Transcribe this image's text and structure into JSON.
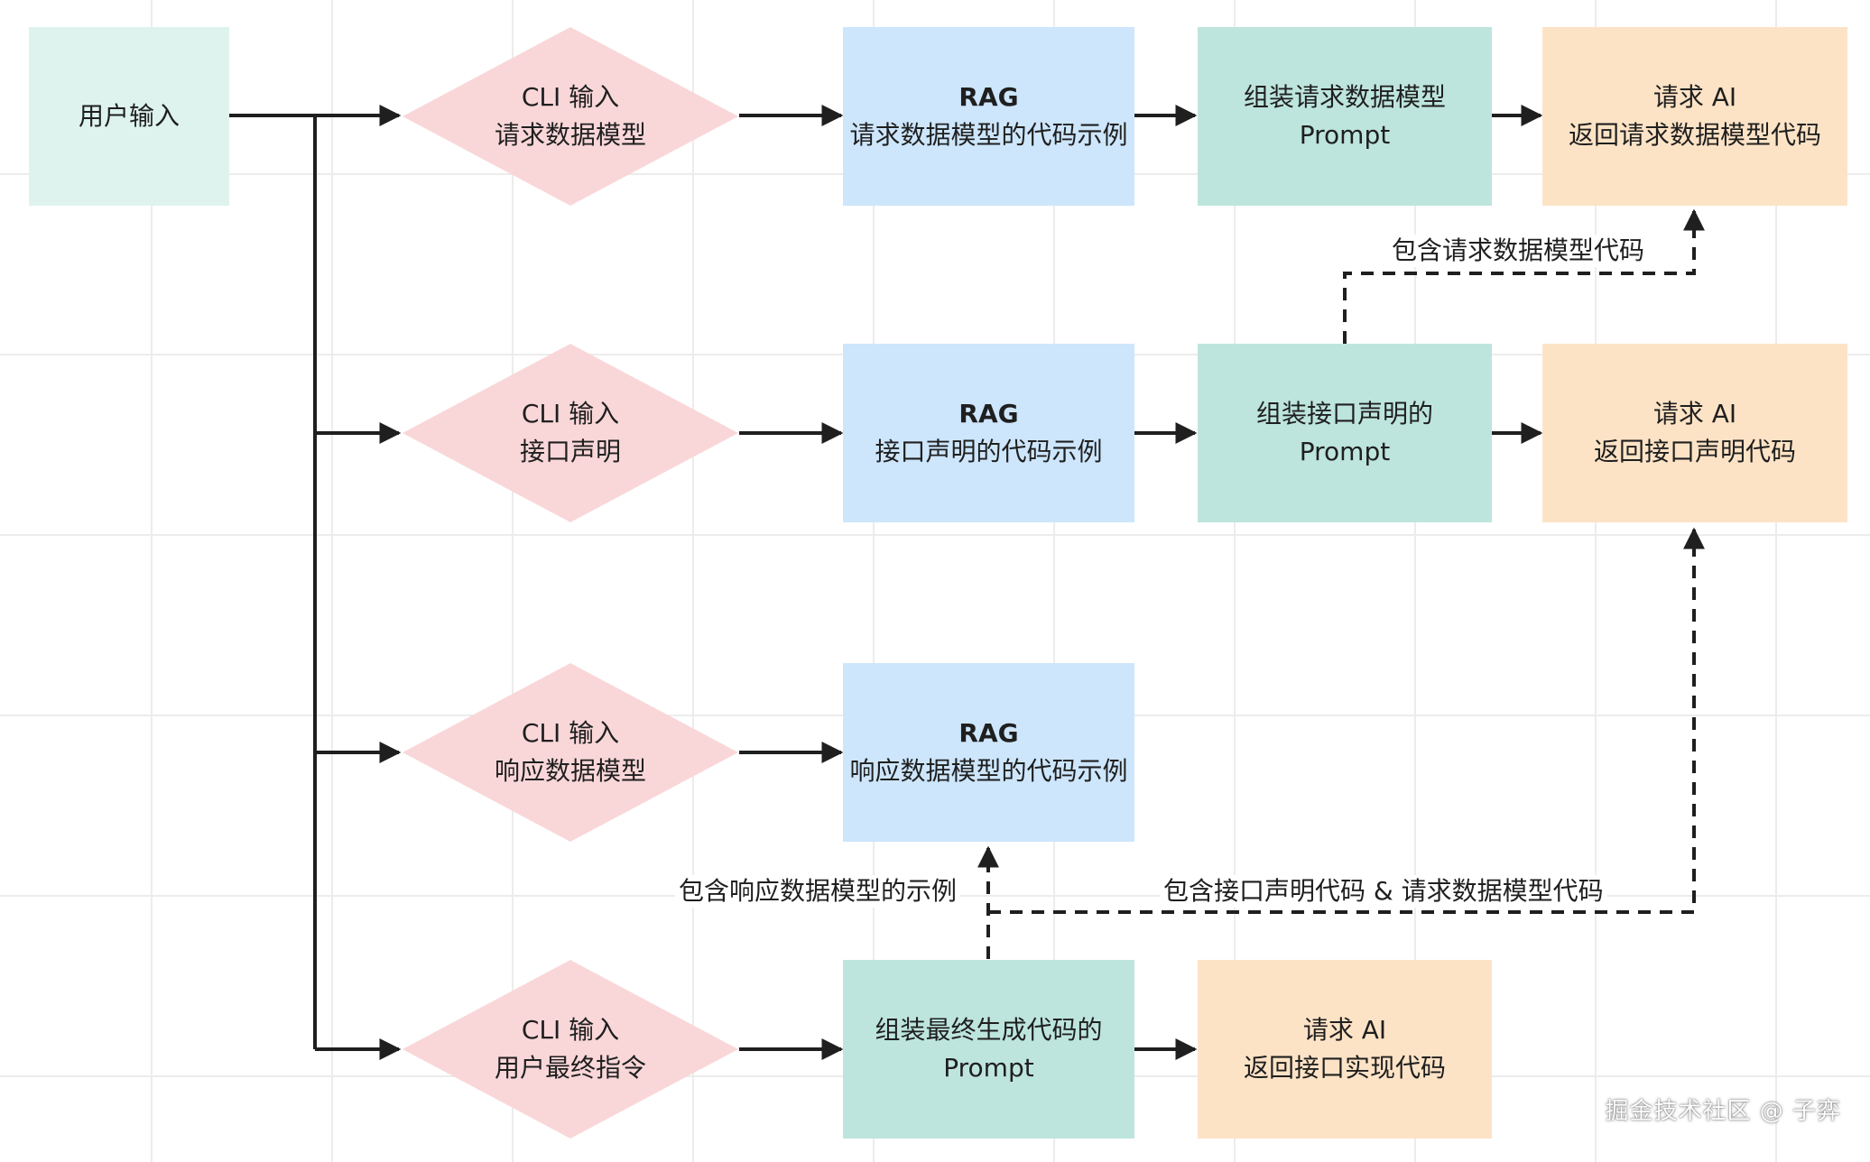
{
  "colors": {
    "input": "#def3ee",
    "diamond": "#f9d7d9",
    "rag": "#cde6fc",
    "prompt": "#bde5dd",
    "ai": "#fde3c6",
    "edge": "#1f1f1f"
  },
  "nodes": {
    "user_input": {
      "label": "用户输入"
    },
    "cli_request_model": {
      "line1": "CLI 输入",
      "line2": "请求数据模型"
    },
    "rag_request_model": {
      "line1": "RAG",
      "line2": "请求数据模型的代码示例"
    },
    "prompt_request_model": {
      "line1": "组装请求数据模型",
      "line2": "Prompt"
    },
    "ai_request_model": {
      "line1": "请求 AI",
      "line2": "返回请求数据模型代码"
    },
    "cli_interface": {
      "line1": "CLI 输入",
      "line2": "接口声明"
    },
    "rag_interface": {
      "line1": "RAG",
      "line2": "接口声明的代码示例"
    },
    "prompt_interface": {
      "line1": "组装接口声明的",
      "line2": "Prompt"
    },
    "ai_interface": {
      "line1": "请求 AI",
      "line2": "返回接口声明代码"
    },
    "cli_response_model": {
      "line1": "CLI 输入",
      "line2": "响应数据模型"
    },
    "rag_response_model": {
      "line1": "RAG",
      "line2": "响应数据模型的代码示例"
    },
    "cli_final_instruction": {
      "line1": "CLI 输入",
      "line2": "用户最终指令"
    },
    "prompt_final": {
      "line1": "组装最终生成代码的",
      "line2": "Prompt"
    },
    "ai_final": {
      "line1": "请求 AI",
      "line2": "返回接口实现代码"
    }
  },
  "edge_labels": {
    "includes_request_model_code": "包含请求数据模型代码",
    "includes_response_model_example": "包含响应数据模型的示例",
    "includes_interface_and_request_code": "包含接口声明代码 & 请求数据模型代码"
  },
  "watermark": "掘金技术社区 @ 子弈"
}
